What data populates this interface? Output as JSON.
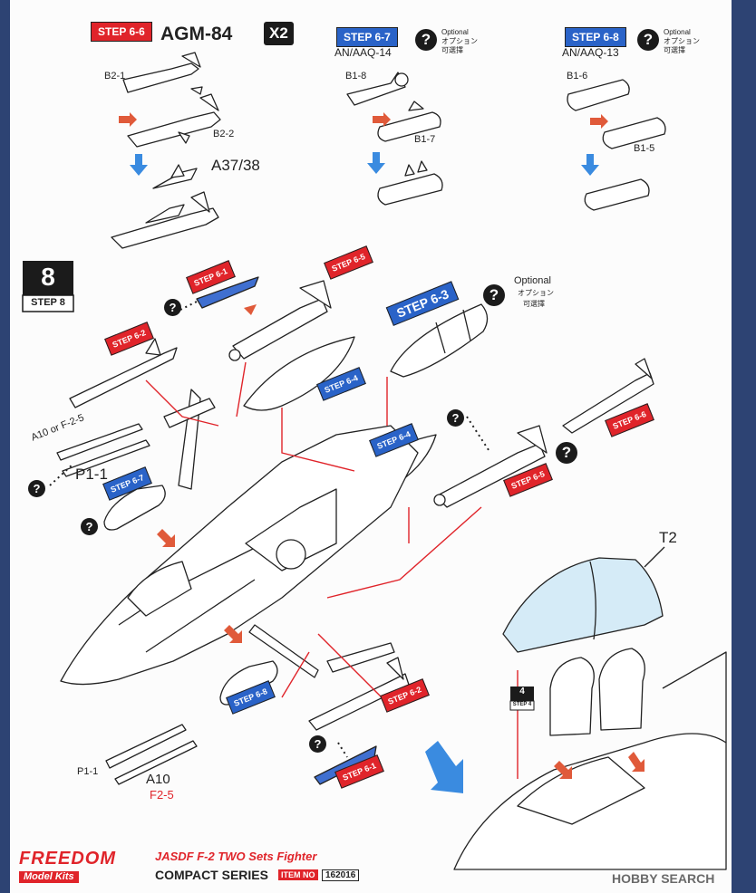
{
  "top": {
    "s66": {
      "tag": "STEP 6-6",
      "title": "AGM-84",
      "qty": "X2",
      "p1": "B2-1",
      "p2": "B2-2",
      "p3": "A37/38"
    },
    "s67": {
      "tag": "STEP 6-7",
      "title": "AN/AAQ-14",
      "q": "?",
      "opt1": "Optional",
      "opt2": "オプション",
      "opt3": "可選擇",
      "p1": "B1-8",
      "p2": "B1-7"
    },
    "s68": {
      "tag": "STEP 6-8",
      "title": "AN/AAQ-13",
      "q": "?",
      "opt1": "Optional",
      "opt2": "オプション",
      "opt3": "可選擇",
      "p1": "B1-6",
      "p2": "B1-5"
    }
  },
  "step8": {
    "number": "8",
    "label": "STEP 8",
    "tags": {
      "s61": "STEP 6-1",
      "s65": "STEP 6-5",
      "s62": "STEP 6-2",
      "s63": "STEP 6-3",
      "s64a": "STEP 6-4",
      "s64b": "STEP 6-4",
      "s66": "STEP 6-6",
      "s65b": "STEP 6-5",
      "s67": "STEP 6-7",
      "s68": "STEP 6-8",
      "s62b": "STEP 6-2",
      "s61b": "STEP 6-1"
    },
    "q": "?",
    "opt1": "Optional",
    "opt2": "オプション",
    "opt3": "可選擇",
    "a10or": "A10 or F-2-5",
    "p11": "P1-1",
    "a10": "A10",
    "f25": "F2-5",
    "t2": "T2",
    "step4num": "4",
    "step4label": "STEP 4"
  },
  "footer": {
    "brand": "FREEDOM",
    "brand_sub": "Model Kits",
    "title": "JASDF F-2 TWO Sets Fighter",
    "series": "COMPACT SERIES",
    "item_label": "ITEM NO",
    "item_no": "162016",
    "watermark": "HOBBY SEARCH"
  }
}
